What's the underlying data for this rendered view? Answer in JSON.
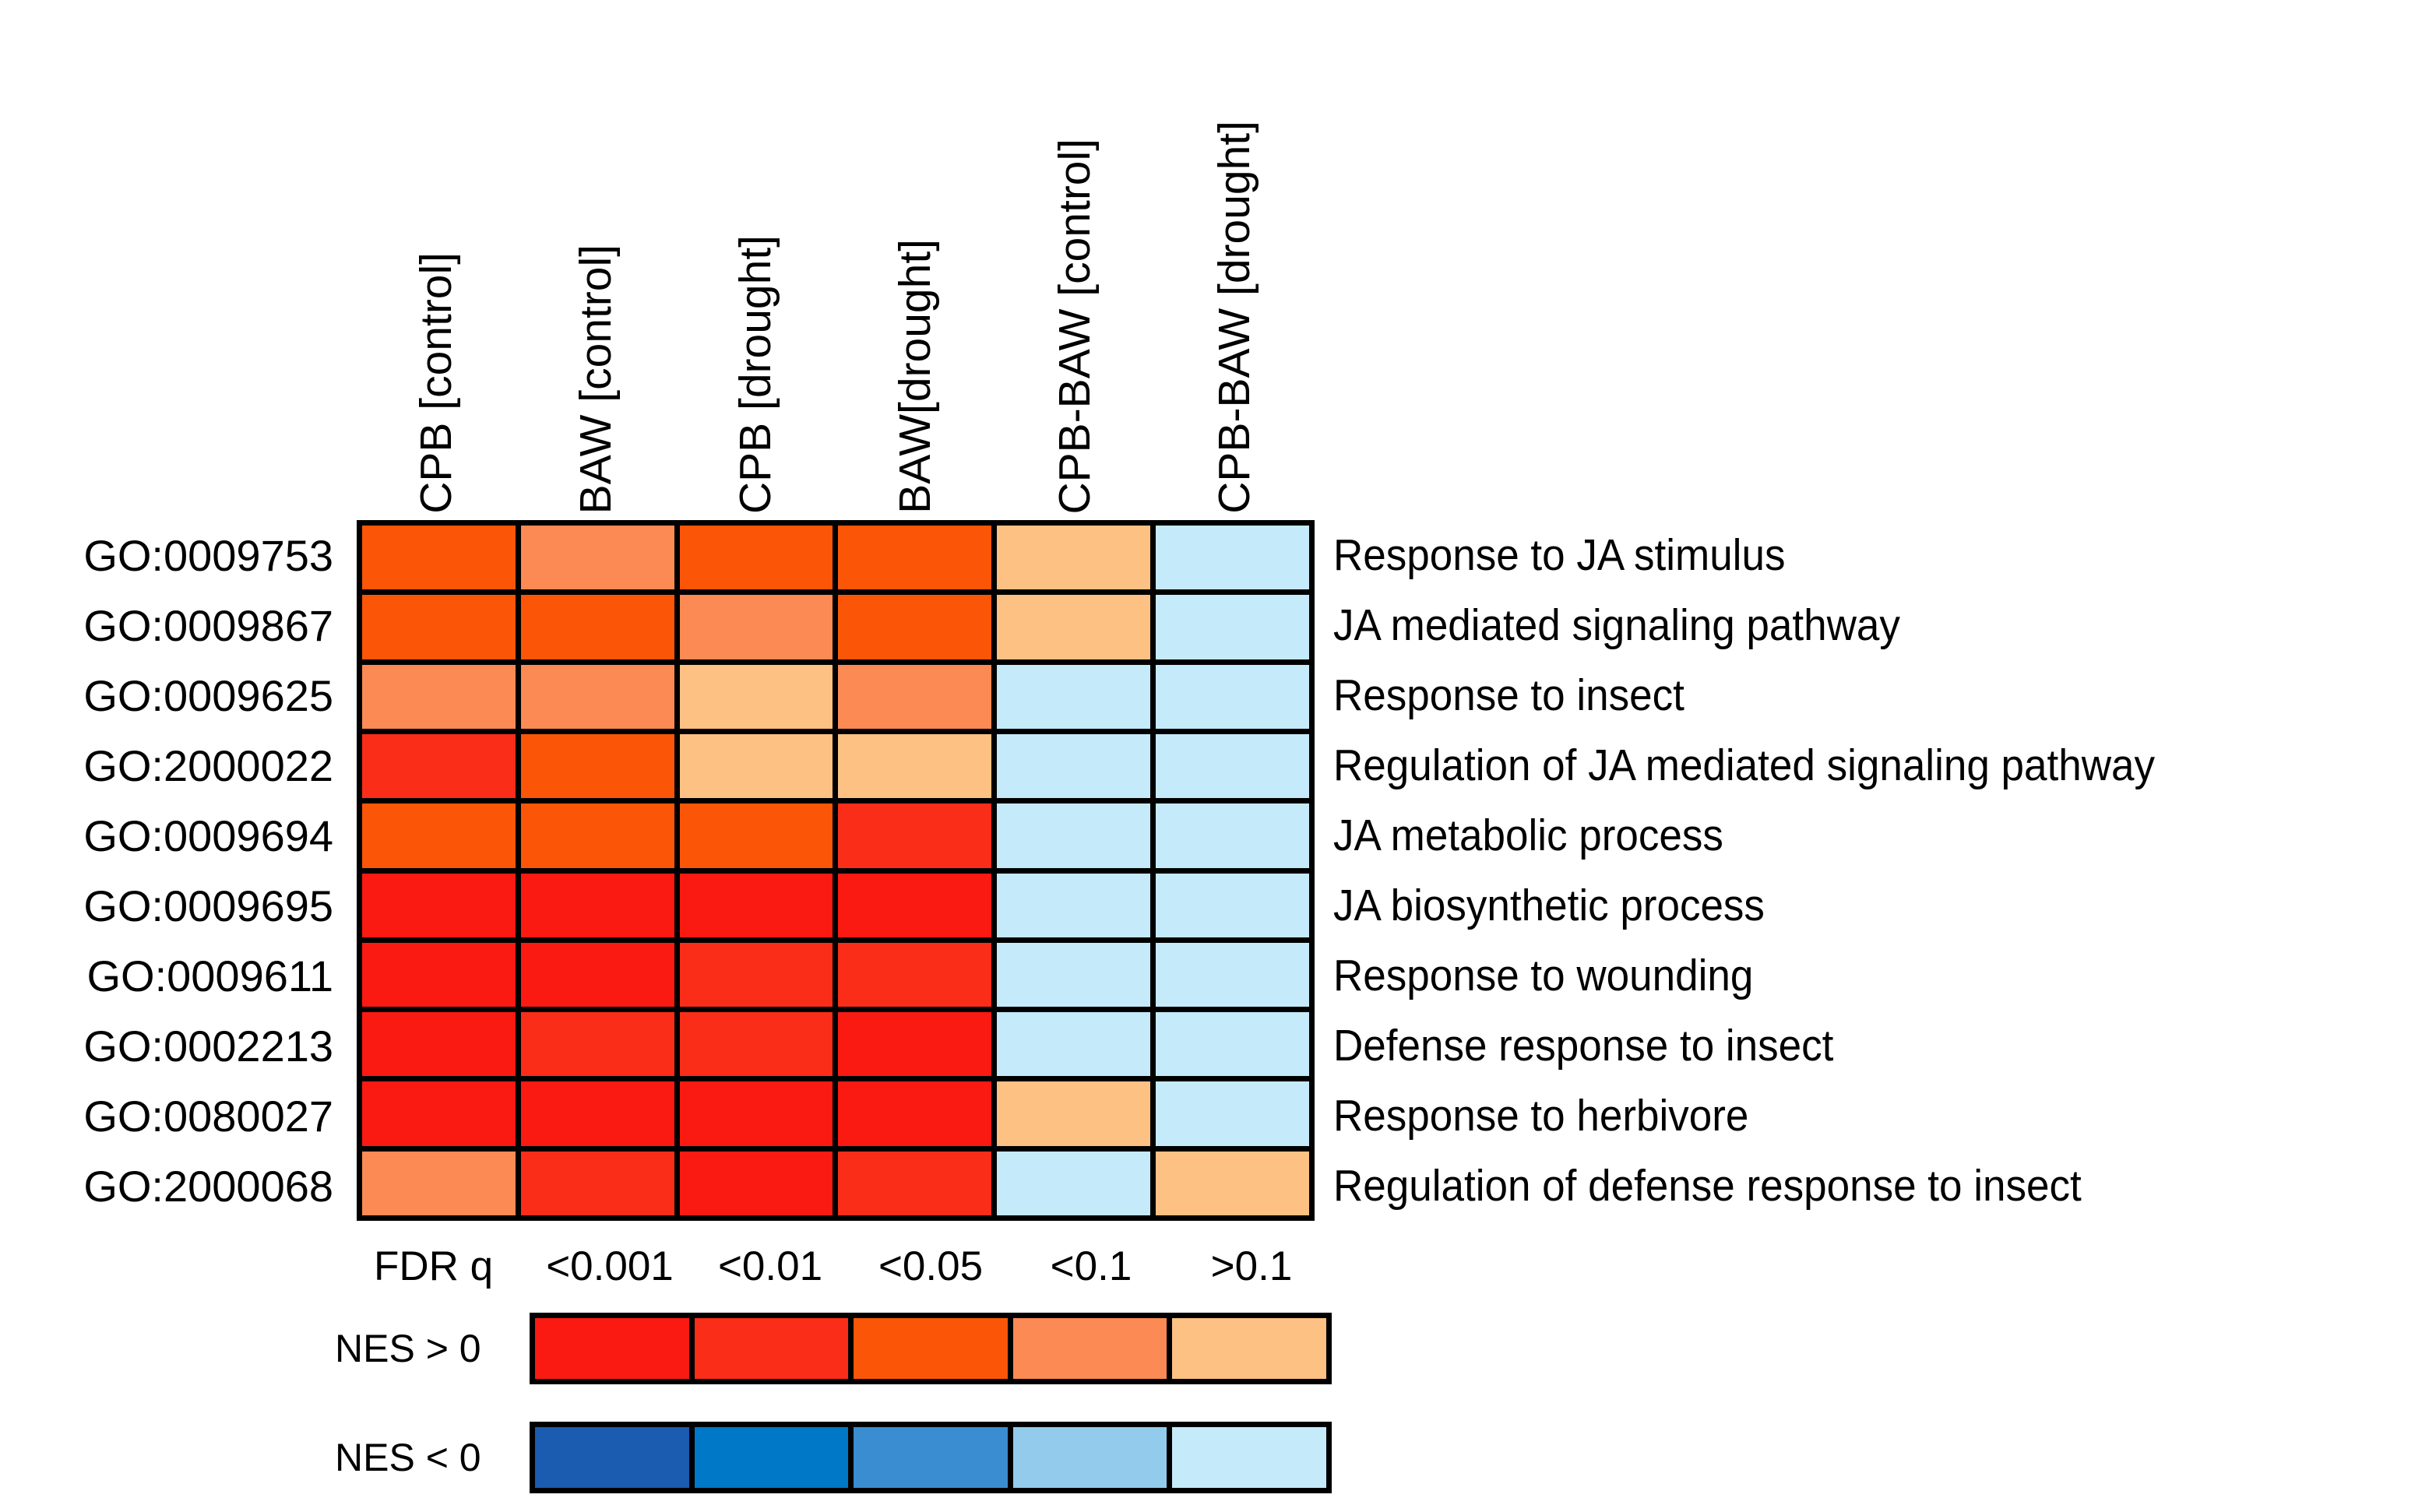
{
  "chart_data": {
    "type": "heatmap",
    "title": "",
    "xlabel": "",
    "ylabel": "",
    "grid": true,
    "legend_position": "bottom",
    "columns": [
      "CPB [control]",
      "BAW [control]",
      "CPB [drought]",
      "BAW[drought]",
      "CPB-BAW [control]",
      "CPB-BAW [drought]"
    ],
    "row_ids": [
      "GO:0009753",
      "GO:0009867",
      "GO:0009625",
      "GO:2000022",
      "GO:0009694",
      "GO:0009695",
      "GO:0009611",
      "GO:0002213",
      "GO:0080027",
      "GO:2000068"
    ],
    "row_descriptions": [
      "Response to JA stimulus",
      "JA mediated signaling pathway",
      "Response to insect",
      "Regulation of JA mediated signaling pathway",
      "JA metabolic process",
      "JA biosynthetic process",
      "Response to wounding",
      "Defense response to insect",
      "Response to herbivore",
      "Regulation of defense response to insect"
    ],
    "fdr_bins": [
      "<0.001",
      "<0.01",
      "<0.05",
      "<0.1",
      ">0.1"
    ],
    "pos_palette": [
      "#FA1A12",
      "#FA2D18",
      "#FB5607",
      "#FC8A54",
      "#FDC183"
    ],
    "neg_palette": [
      "#1B5BB0",
      "#0078C8",
      "#3A8DD0",
      "#92CBEC",
      "#C5EAFA"
    ],
    "cells": [
      [
        {
          "sign": "pos",
          "fdr": "<0.05",
          "color": "#FB5607"
        },
        {
          "sign": "pos",
          "fdr": "<0.1",
          "color": "#FC8A54"
        },
        {
          "sign": "pos",
          "fdr": "<0.05",
          "color": "#FB5607"
        },
        {
          "sign": "pos",
          "fdr": "<0.05",
          "color": "#FB5607"
        },
        {
          "sign": "pos",
          "fdr": ">0.1",
          "color": "#FDC183"
        },
        {
          "sign": "neg",
          "fdr": ">0.1",
          "color": "#C5EAFA"
        }
      ],
      [
        {
          "sign": "pos",
          "fdr": "<0.05",
          "color": "#FB5607"
        },
        {
          "sign": "pos",
          "fdr": "<0.05",
          "color": "#FB5607"
        },
        {
          "sign": "pos",
          "fdr": "<0.1",
          "color": "#FC8A54"
        },
        {
          "sign": "pos",
          "fdr": "<0.05",
          "color": "#FB5607"
        },
        {
          "sign": "pos",
          "fdr": ">0.1",
          "color": "#FDC183"
        },
        {
          "sign": "neg",
          "fdr": ">0.1",
          "color": "#C5EAFA"
        }
      ],
      [
        {
          "sign": "pos",
          "fdr": "<0.1",
          "color": "#FC8A54"
        },
        {
          "sign": "pos",
          "fdr": "<0.1",
          "color": "#FC8A54"
        },
        {
          "sign": "pos",
          "fdr": ">0.1",
          "color": "#FDC183"
        },
        {
          "sign": "pos",
          "fdr": "<0.1",
          "color": "#FC8A54"
        },
        {
          "sign": "neg",
          "fdr": ">0.1",
          "color": "#C5EAFA"
        },
        {
          "sign": "neg",
          "fdr": ">0.1",
          "color": "#C5EAFA"
        }
      ],
      [
        {
          "sign": "pos",
          "fdr": "<0.01",
          "color": "#FA2D18"
        },
        {
          "sign": "pos",
          "fdr": "<0.05",
          "color": "#FB5607"
        },
        {
          "sign": "pos",
          "fdr": ">0.1",
          "color": "#FDC183"
        },
        {
          "sign": "pos",
          "fdr": ">0.1",
          "color": "#FDC183"
        },
        {
          "sign": "neg",
          "fdr": ">0.1",
          "color": "#C5EAFA"
        },
        {
          "sign": "neg",
          "fdr": ">0.1",
          "color": "#C5EAFA"
        }
      ],
      [
        {
          "sign": "pos",
          "fdr": "<0.05",
          "color": "#FB5607"
        },
        {
          "sign": "pos",
          "fdr": "<0.05",
          "color": "#FB5607"
        },
        {
          "sign": "pos",
          "fdr": "<0.05",
          "color": "#FB5607"
        },
        {
          "sign": "pos",
          "fdr": "<0.01",
          "color": "#FA2D18"
        },
        {
          "sign": "neg",
          "fdr": ">0.1",
          "color": "#C5EAFA"
        },
        {
          "sign": "neg",
          "fdr": ">0.1",
          "color": "#C5EAFA"
        }
      ],
      [
        {
          "sign": "pos",
          "fdr": "<0.001",
          "color": "#FA1A12"
        },
        {
          "sign": "pos",
          "fdr": "<0.001",
          "color": "#FA1A12"
        },
        {
          "sign": "pos",
          "fdr": "<0.001",
          "color": "#FA1A12"
        },
        {
          "sign": "pos",
          "fdr": "<0.001",
          "color": "#FA1A12"
        },
        {
          "sign": "neg",
          "fdr": ">0.1",
          "color": "#C5EAFA"
        },
        {
          "sign": "neg",
          "fdr": ">0.1",
          "color": "#C5EAFA"
        }
      ],
      [
        {
          "sign": "pos",
          "fdr": "<0.001",
          "color": "#FA1A12"
        },
        {
          "sign": "pos",
          "fdr": "<0.001",
          "color": "#FA1A12"
        },
        {
          "sign": "pos",
          "fdr": "<0.01",
          "color": "#FA2D18"
        },
        {
          "sign": "pos",
          "fdr": "<0.01",
          "color": "#FA2D18"
        },
        {
          "sign": "neg",
          "fdr": ">0.1",
          "color": "#C5EAFA"
        },
        {
          "sign": "neg",
          "fdr": ">0.1",
          "color": "#C5EAFA"
        }
      ],
      [
        {
          "sign": "pos",
          "fdr": "<0.001",
          "color": "#FA1A12"
        },
        {
          "sign": "pos",
          "fdr": "<0.01",
          "color": "#FA2D18"
        },
        {
          "sign": "pos",
          "fdr": "<0.01",
          "color": "#FA2D18"
        },
        {
          "sign": "pos",
          "fdr": "<0.001",
          "color": "#FA1A12"
        },
        {
          "sign": "neg",
          "fdr": ">0.1",
          "color": "#C5EAFA"
        },
        {
          "sign": "neg",
          "fdr": ">0.1",
          "color": "#C5EAFA"
        }
      ],
      [
        {
          "sign": "pos",
          "fdr": "<0.001",
          "color": "#FA1A12"
        },
        {
          "sign": "pos",
          "fdr": "<0.001",
          "color": "#FA1A12"
        },
        {
          "sign": "pos",
          "fdr": "<0.001",
          "color": "#FA1A12"
        },
        {
          "sign": "pos",
          "fdr": "<0.001",
          "color": "#FA1A12"
        },
        {
          "sign": "pos",
          "fdr": ">0.1",
          "color": "#FDC183"
        },
        {
          "sign": "neg",
          "fdr": ">0.1",
          "color": "#C5EAFA"
        }
      ],
      [
        {
          "sign": "pos",
          "fdr": "<0.1",
          "color": "#FC8A54"
        },
        {
          "sign": "pos",
          "fdr": "<0.01",
          "color": "#FA2D18"
        },
        {
          "sign": "pos",
          "fdr": "<0.001",
          "color": "#FA1A12"
        },
        {
          "sign": "pos",
          "fdr": "<0.01",
          "color": "#FA2D18"
        },
        {
          "sign": "neg",
          "fdr": ">0.1",
          "color": "#C5EAFA"
        },
        {
          "sign": "pos",
          "fdr": ">0.1",
          "color": "#FDC183"
        }
      ]
    ]
  },
  "legend": {
    "fdr_title": "FDR q",
    "bins": [
      "<0.001",
      "<0.01",
      "<0.05",
      "<0.1",
      ">0.1"
    ],
    "pos_row_label": "NES > 0",
    "neg_row_label": "NES < 0",
    "pos_colors": [
      "#FA1A12",
      "#FA2D18",
      "#FB5607",
      "#FC8A54",
      "#FDC183"
    ],
    "neg_colors": [
      "#1B5BB0",
      "#0078C8",
      "#3A8DD0",
      "#92CBEC",
      "#C5EAFA"
    ]
  }
}
